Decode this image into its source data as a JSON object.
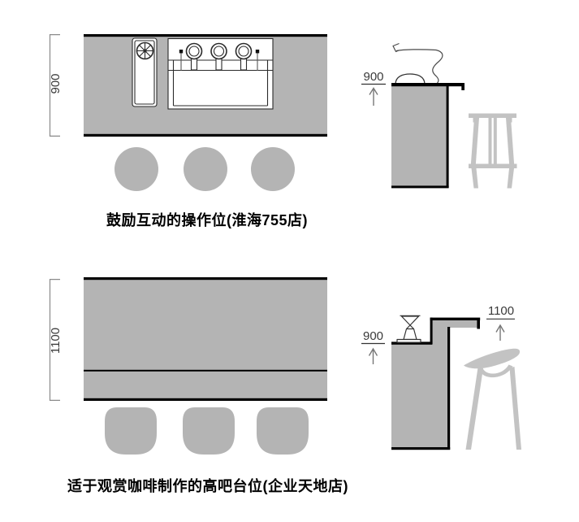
{
  "colors": {
    "counter_fill": "#b4b4b4",
    "stool_silhouette": "#c3c3c3",
    "outline_black": "#000000",
    "dimension_text": "#3a3a3a",
    "dimension_line": "#8a8a8a"
  },
  "top_section": {
    "plan": {
      "height_dim": "900"
    },
    "elevation": {
      "height_label": "900"
    },
    "caption": "鼓励互动的操作位(淮海755店)"
  },
  "bottom_section": {
    "plan": {
      "height_dim": "1100"
    },
    "elevation": {
      "low_height_label": "900",
      "high_height_label": "1100"
    },
    "caption": "适于观赏咖啡制作的高吧台位(企业天地店)"
  },
  "icons": {
    "top_plan": [
      "fan-unit-plan-icon",
      "espresso-machine-plan-icon",
      "stool-circle-plan-icon"
    ],
    "top_elevation": [
      "espresso-machine-outline-icon",
      "four-leg-stool-icon"
    ],
    "bottom_plan": [
      "stool-seat-plan-icon"
    ],
    "bottom_elevation": [
      "pourover-dripper-icon",
      "modern-barstool-icon"
    ]
  }
}
